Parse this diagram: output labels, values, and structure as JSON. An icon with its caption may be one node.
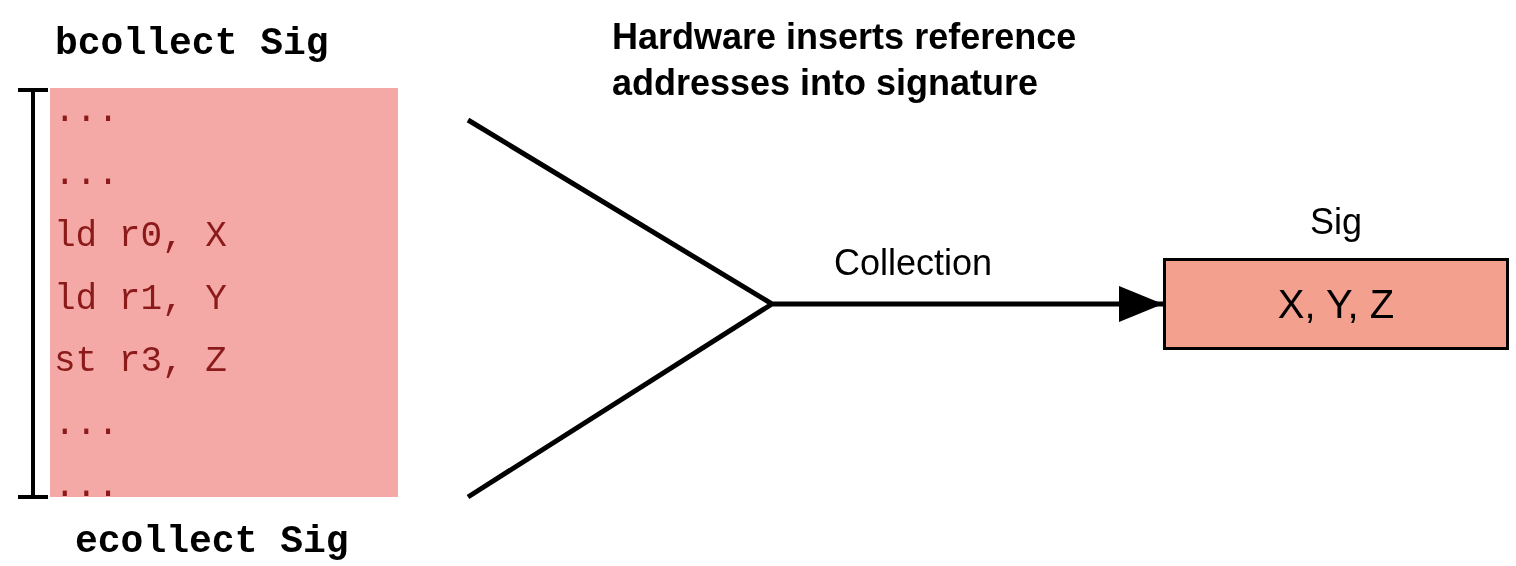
{
  "diagram": {
    "nodes": [
      {
        "text": [
          "...",
          "...",
          "ld r0, X",
          "ld r1, Y",
          "st r3, Z",
          "...",
          "..."
        ],
        "beside": [
          "bcollect Sig",
          "ecollect Sig"
        ]
      },
      {
        "text": [
          "Sig",
          "X, Y, Z"
        ]
      }
    ],
    "edges": [
      {
        "from": 0,
        "to": 1,
        "arrow": "to",
        "label": "Collection"
      }
    ],
    "labels": [
      "Hardware inserts reference addresses into signature"
    ]
  }
}
